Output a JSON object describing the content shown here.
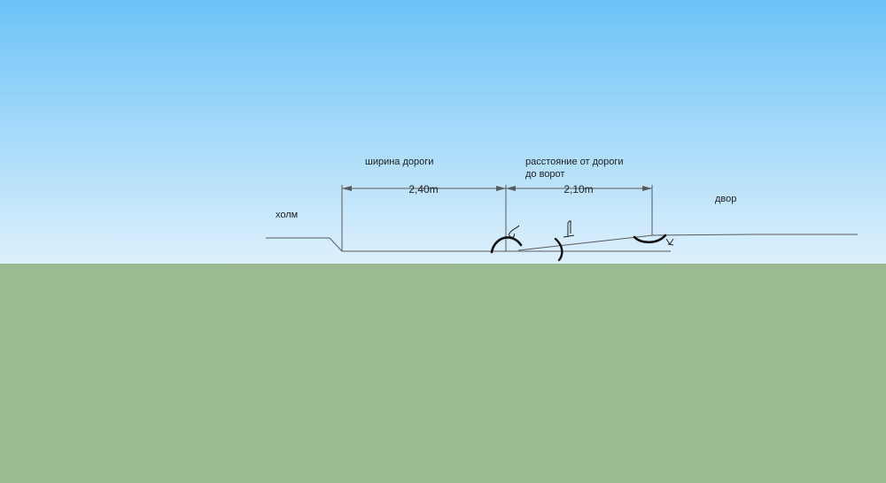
{
  "labels": {
    "hill": "холм",
    "road_width": "ширина дороги",
    "distance_line1": "расстояние от дороги",
    "distance_line2": "до ворот",
    "yard": "двор"
  },
  "dimensions": {
    "road_width_value": "2,40m",
    "distance_value": "2,10m"
  },
  "colors": {
    "sky_top": "#6cc3f7",
    "sky_bottom": "#ddf0fc",
    "ground": "#9abb8f",
    "line": "#5a5a5a",
    "sketch": "#111111"
  }
}
